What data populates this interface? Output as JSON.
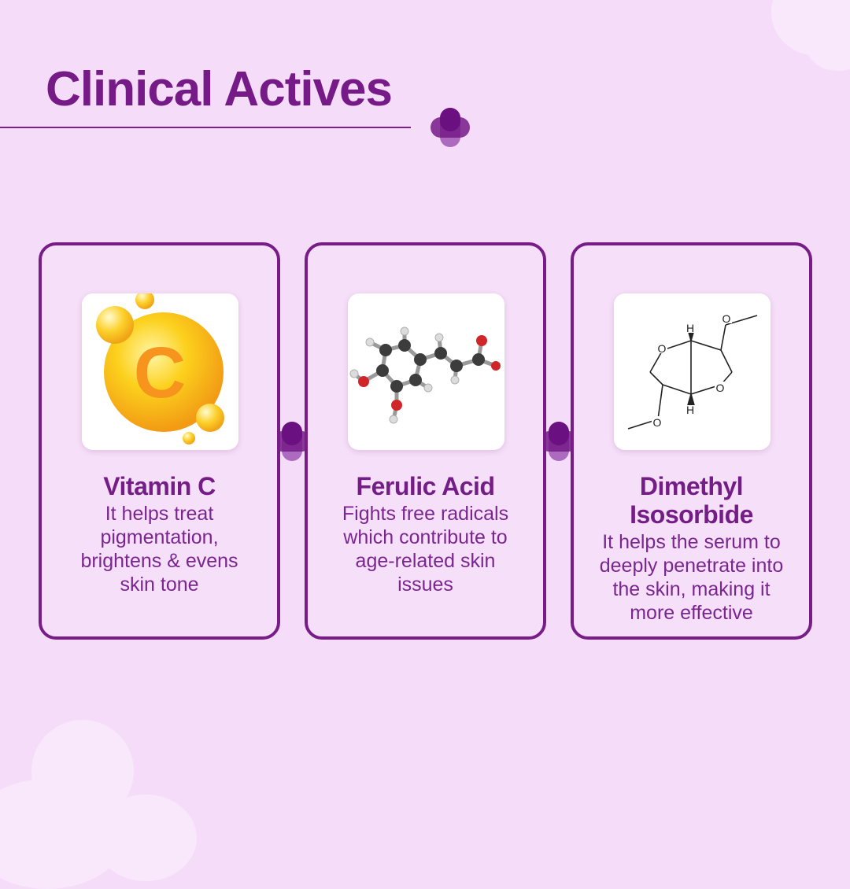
{
  "heading": "Clinical Actives",
  "colors": {
    "primary": "#781c88",
    "background": "#f5ddf9",
    "accent_orange": "#f7941d",
    "vitamin_gold": "#f9c31b"
  },
  "icons": [
    "plus-cross-icon",
    "vitamin-c-orb-icon",
    "ferulic-acid-molecule-icon",
    "dimethyl-isosorbide-structure-icon"
  ],
  "cards": [
    {
      "title": "Vitamin C",
      "image_letter": "C",
      "description": "It helps treat pigmentation, brightens & evens skin tone"
    },
    {
      "title": "Ferulic Acid",
      "description": "Fights free radicals which contribute to age-related skin issues"
    },
    {
      "title": "Dimethyl Isosorbide",
      "description": "It helps the serum to deeply penetrate into the skin, making it more effective"
    }
  ],
  "structure_labels": {
    "hydrogen": "H",
    "oxygen": "O"
  }
}
